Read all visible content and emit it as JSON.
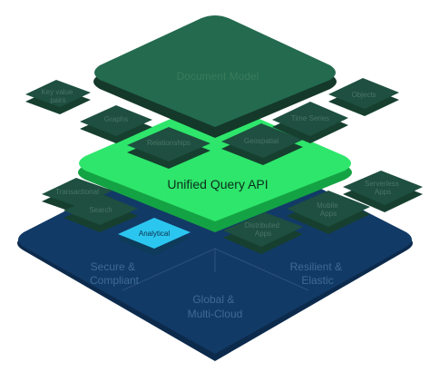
{
  "layers": {
    "document_model": "Document Model",
    "unified_query_api": "Unified Query API",
    "platform": {
      "secure": [
        "Secure &",
        "Compliant"
      ],
      "resilient": [
        "Resilient &",
        "Elastic"
      ],
      "global": [
        "Global &",
        "Multi-Cloud"
      ]
    }
  },
  "top_tiles": {
    "key_value": [
      "Key value",
      "pairs"
    ],
    "graphs": "Graphs",
    "relationships": "Relationships",
    "geospatial": "Geospatial",
    "time_series": "Time Series",
    "objects": "Objects"
  },
  "bottom_tiles": {
    "transactional": "Transactional",
    "search": "Search",
    "analytical": "Analytical",
    "distributed_apps": [
      "Distributed",
      "Apps"
    ],
    "mobile_apps": [
      "Mobile",
      "Apps"
    ],
    "serverless_apps": [
      "Serverless",
      "Apps"
    ]
  },
  "colors": {
    "navy": "#123a66",
    "navy_dark": "#0c2a4b",
    "green_bright": "#2ee66b",
    "green_dark": "#1d5a45",
    "green_top": "#236a4e",
    "tile_dark": "#1e4f40",
    "analytical_blue": "#2bc6f0"
  }
}
